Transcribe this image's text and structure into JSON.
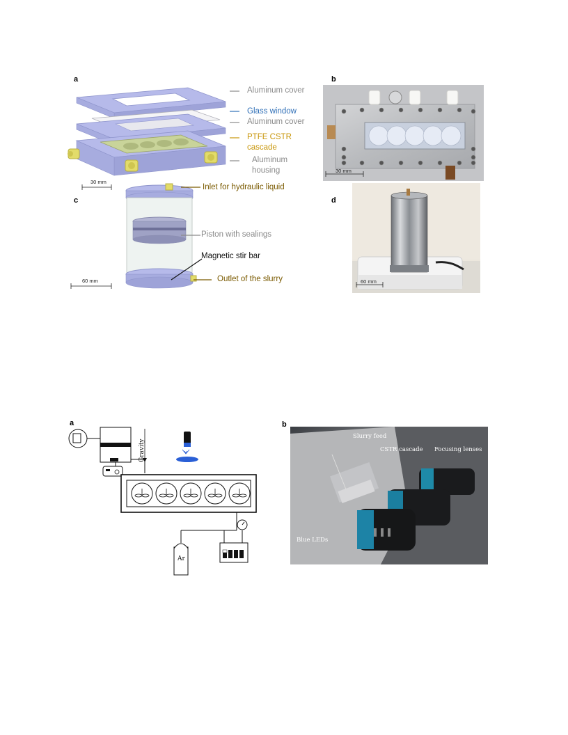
{
  "figure1": {
    "panel_a": {
      "letter": "a",
      "labels": {
        "aluminum_cover_top": "Aluminum cover",
        "glass_window": "Glass window",
        "aluminum_cover_mid": "Aluminum cover",
        "ptfe_line1": "PTFE CSTR",
        "ptfe_line2": "cascade",
        "housing_line1": "Aluminum",
        "housing_line2": "housing"
      },
      "scale": "30 mm"
    },
    "panel_b": {
      "letter": "b",
      "scale": "30 mm"
    },
    "panel_c": {
      "letter": "c",
      "labels": {
        "inlet": "Inlet for hydraulic liquid",
        "piston": "Piston with sealings",
        "stir_bar": "Magnetic stir bar",
        "outlet": "Outlet of the slurry"
      },
      "scale": "60 mm"
    },
    "panel_d": {
      "letter": "d",
      "scale": "60 mm"
    }
  },
  "figure2": {
    "panel_a": {
      "letter": "a",
      "gravity": "Gravity",
      "gas": "Ar"
    },
    "panel_b": {
      "letter": "b",
      "labels": {
        "slurry_feed": "Slurry feed",
        "cstr_cascade": "CSTR cascade",
        "focusing_lenses": "Focusing lenses",
        "blue_leds": "Blue LEDs"
      }
    }
  },
  "colors": {
    "aluminum_part": "#a9aee0",
    "ptfe_part": "#c9d49a",
    "fitting": "#e3dc6a",
    "label_gray": "#8a8a8a",
    "label_blue": "#2f6fb7",
    "label_gold": "#c8960a",
    "label_olive": "#7a5a00",
    "led_blue": "#2a5fd6"
  }
}
